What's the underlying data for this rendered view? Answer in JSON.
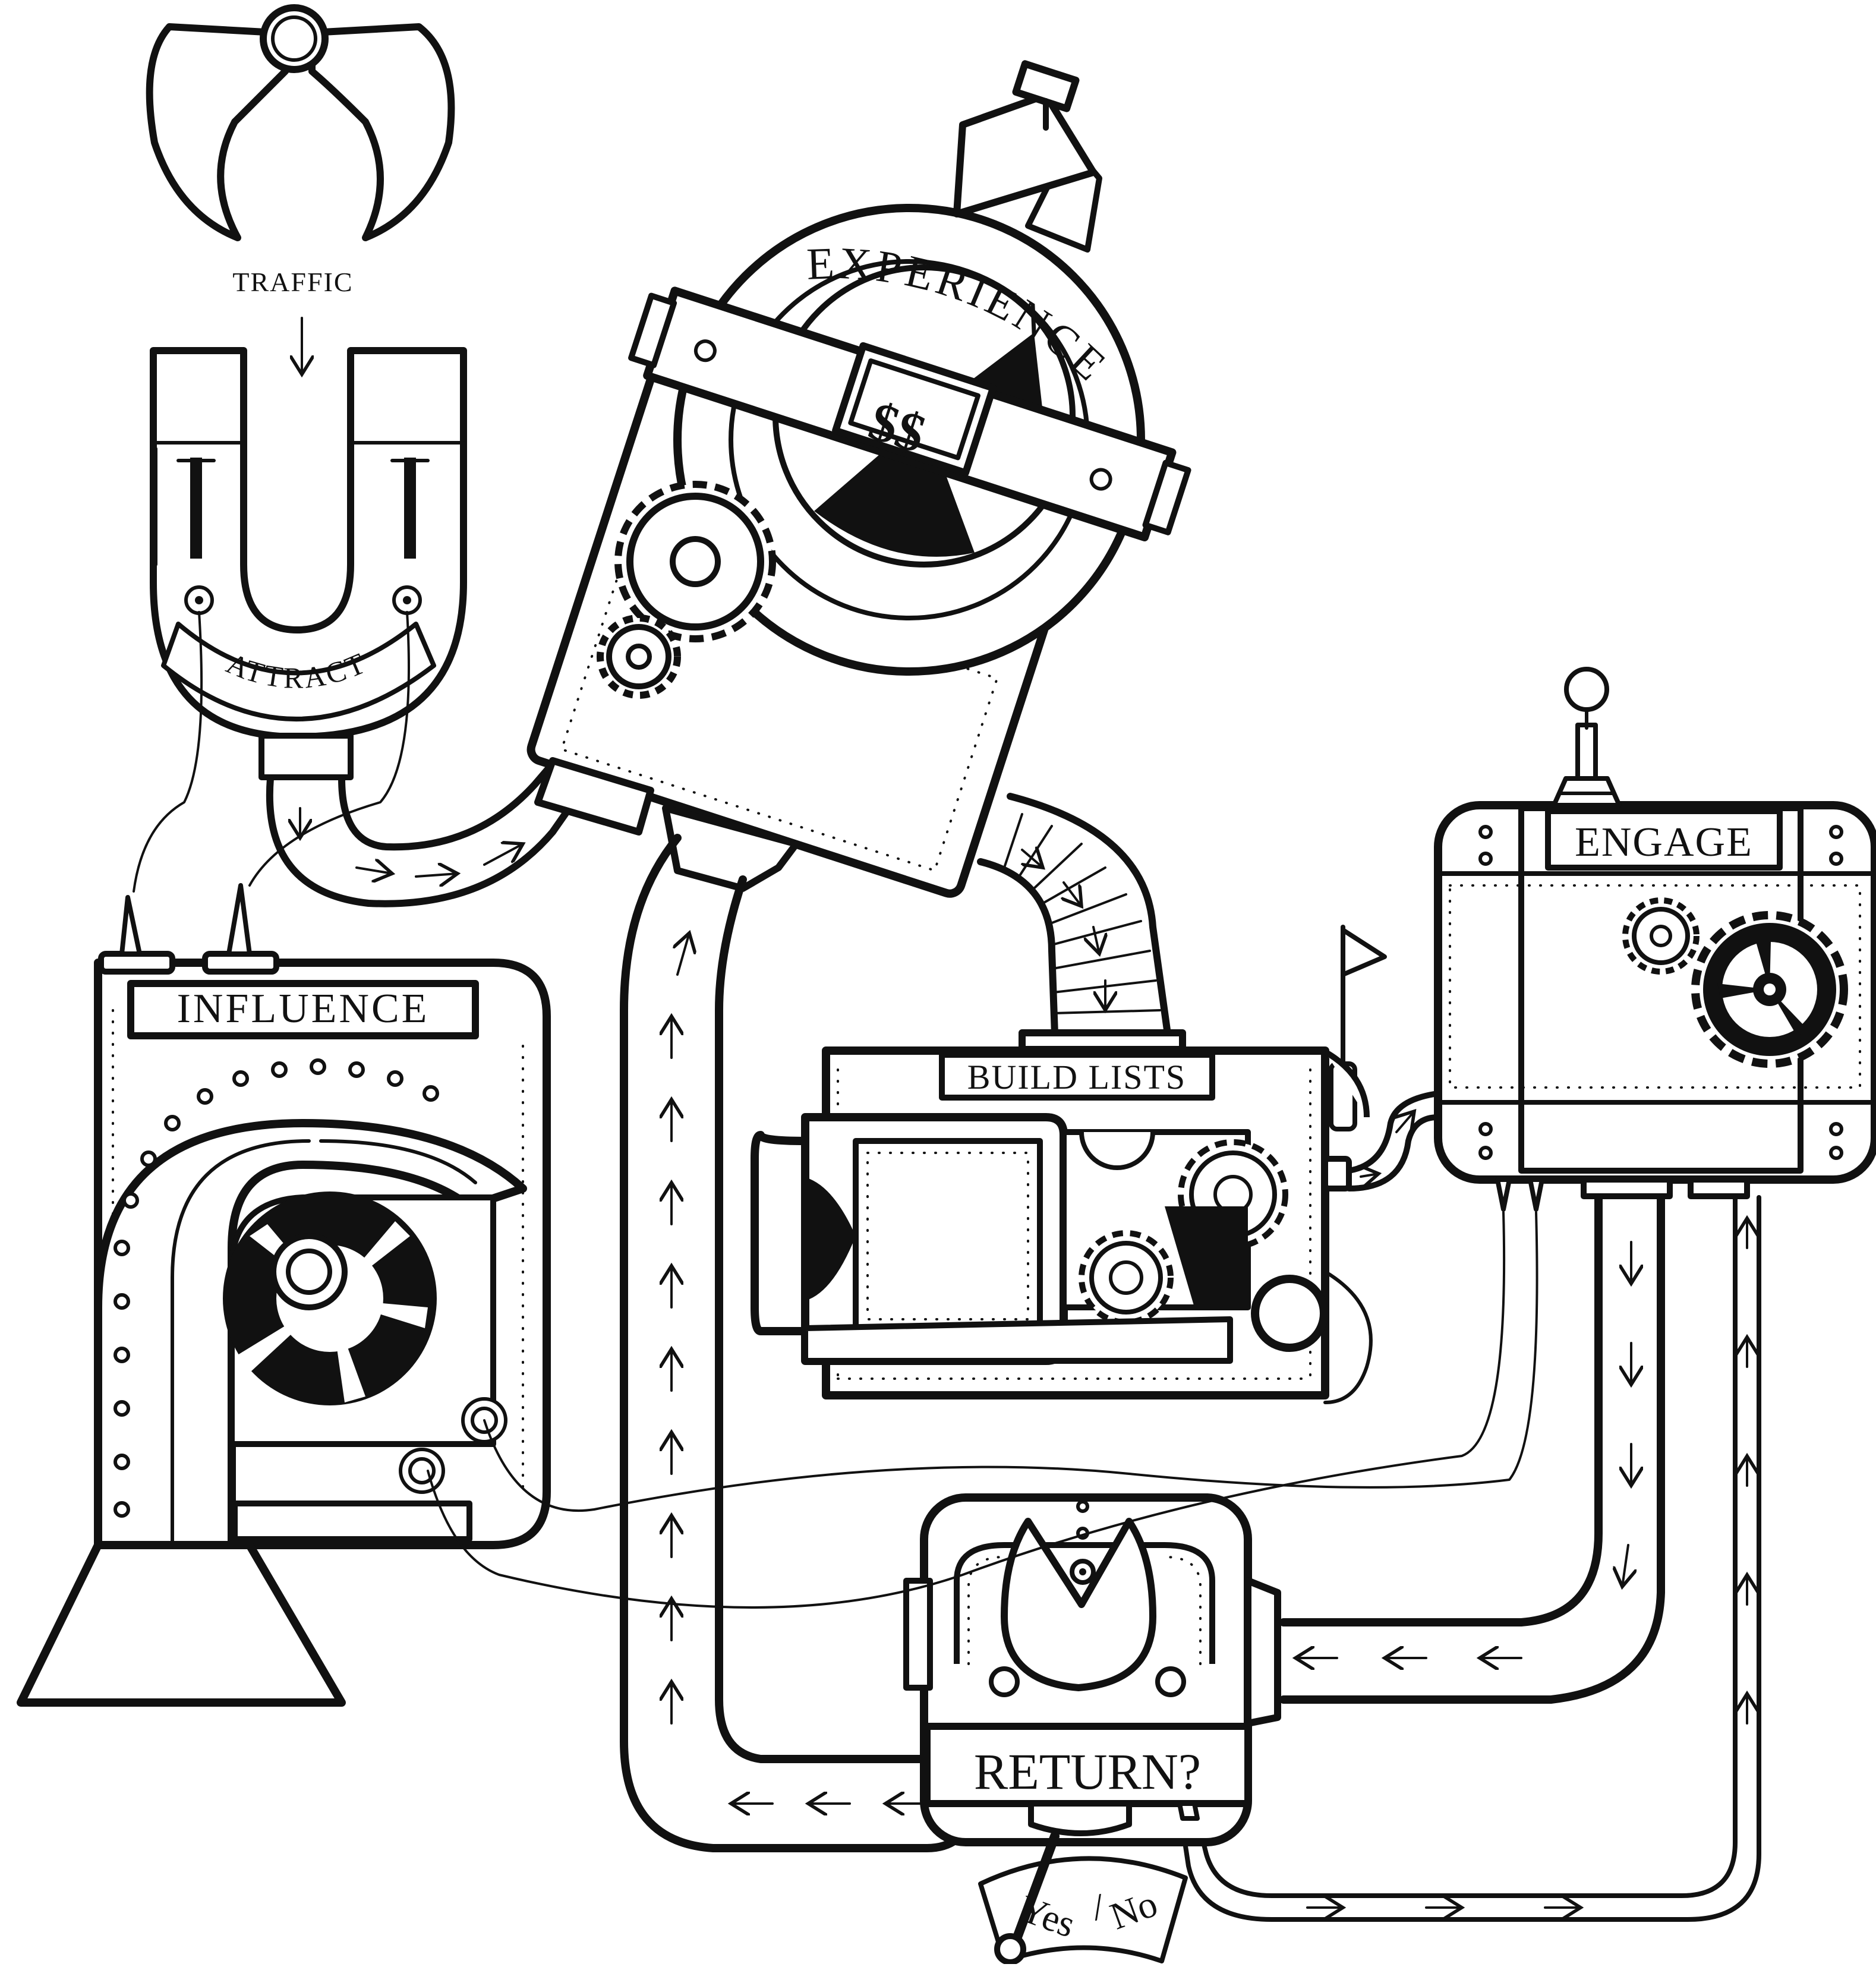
{
  "labels": {
    "traffic": "TRAFFIC",
    "attract": "ATTRACT",
    "experience": "EXPERIENCE",
    "money": "$$",
    "influence": "INFLUENCE",
    "build_lists": "BUILD LISTS",
    "engage": "ENGAGE",
    "return": "RETURN?",
    "yes": "Yes",
    "slash": "/",
    "no": "No"
  },
  "style": {
    "ink": "#111111",
    "paper": "#ffffff"
  }
}
